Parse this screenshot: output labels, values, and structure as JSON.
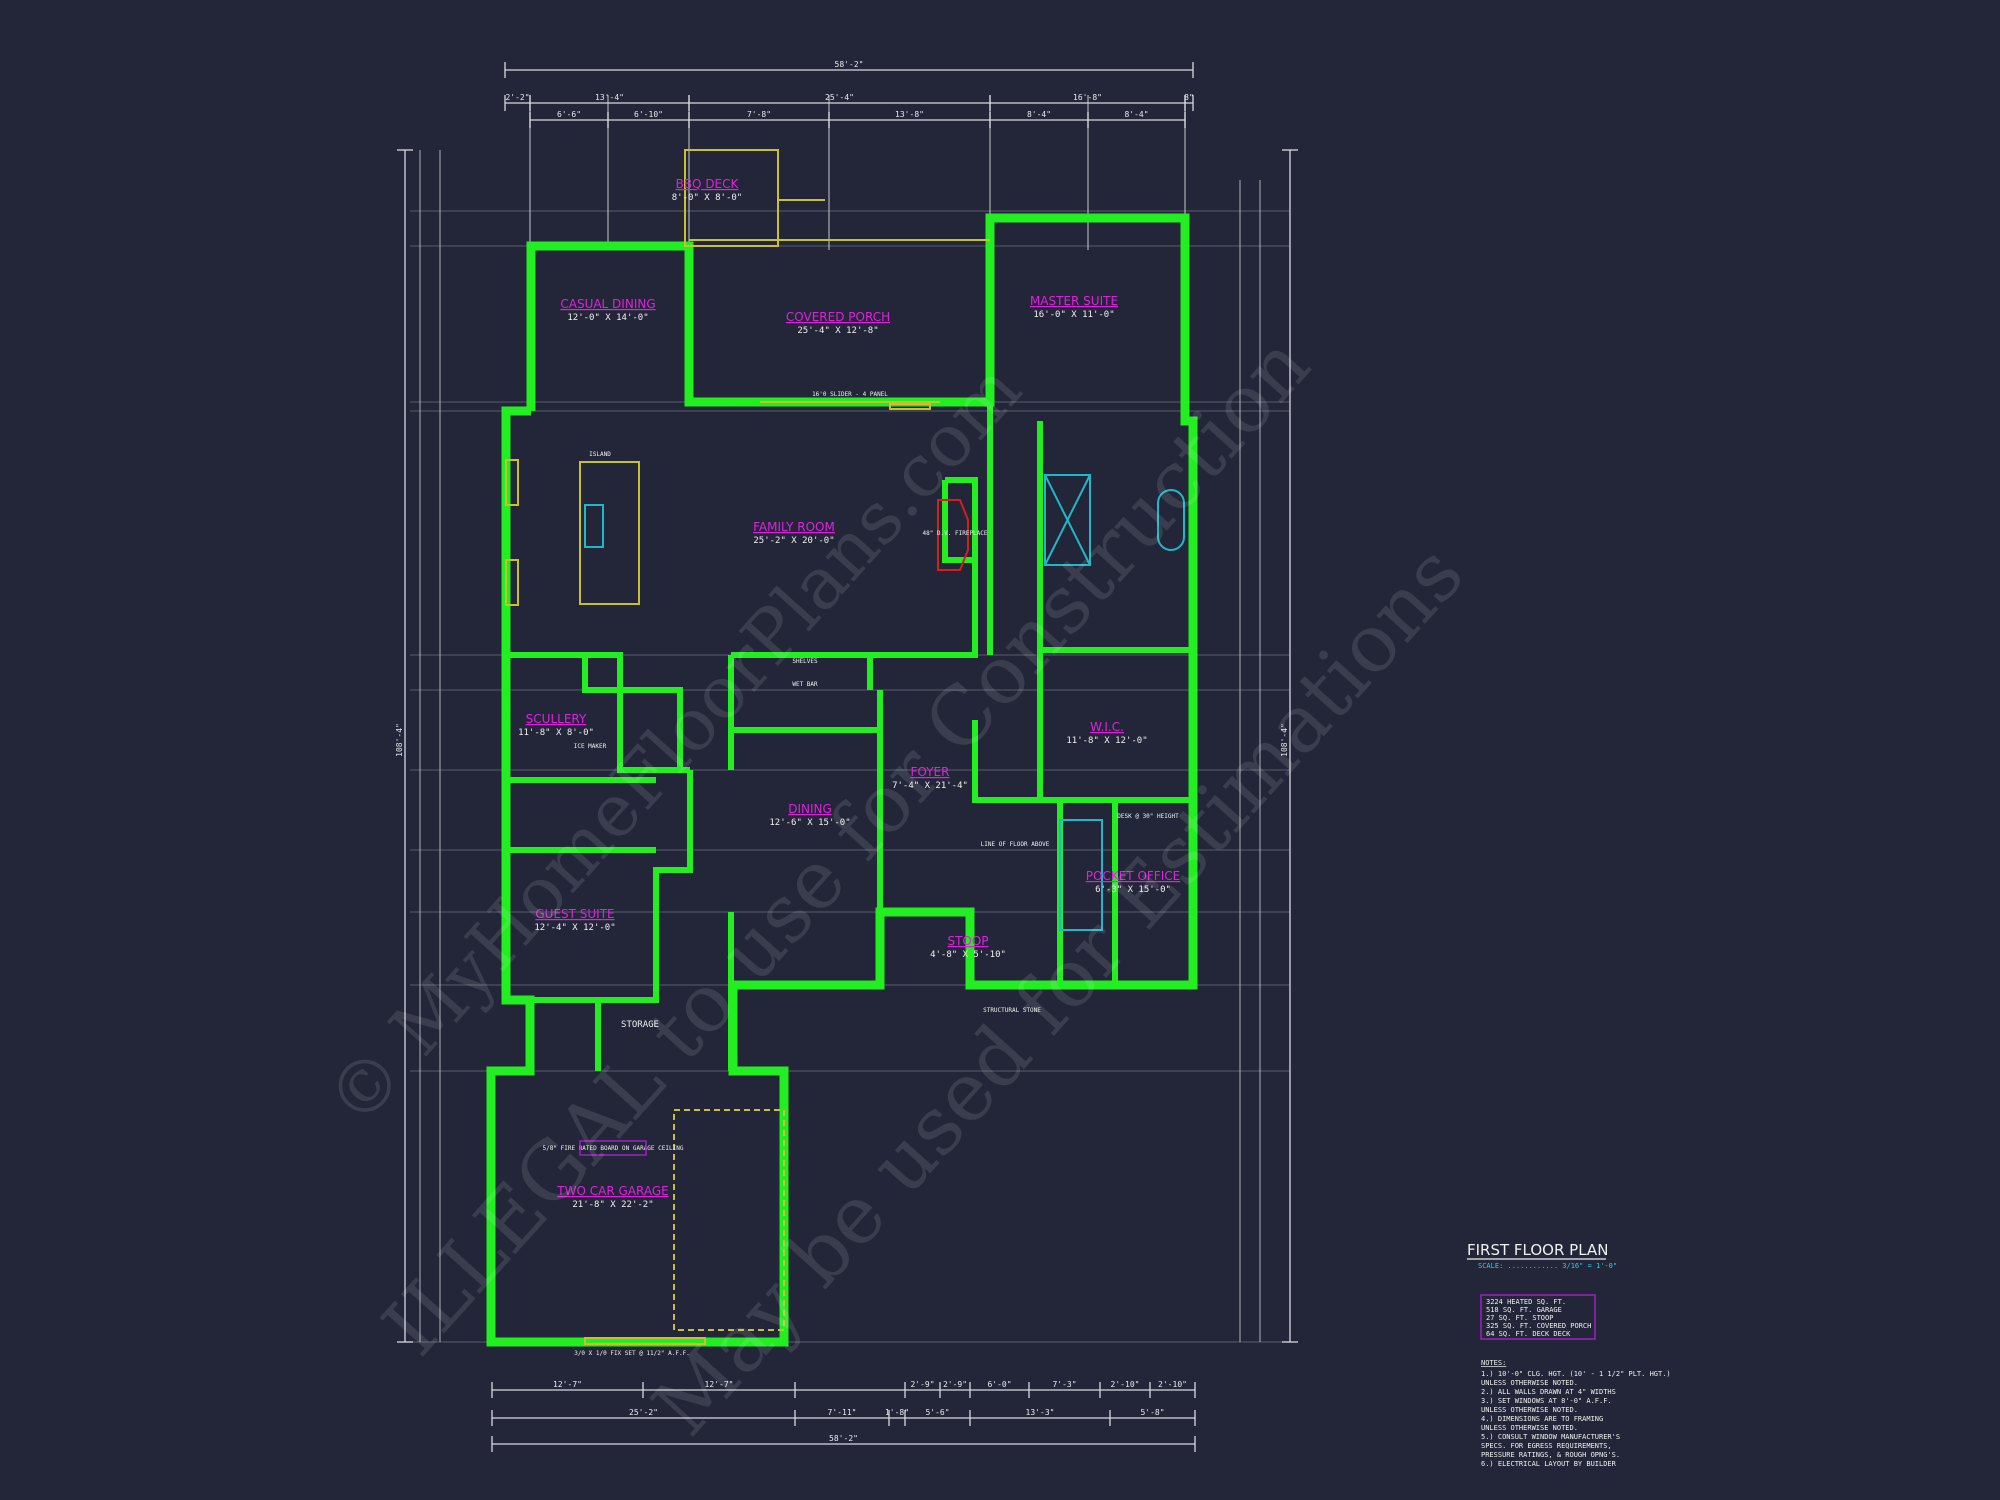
{
  "drawing": {
    "title": "FIRST FLOOR PLAN",
    "scale_label": "SCALE: ............ 3/16\" = 1'-0\"",
    "colors": {
      "background": "#222638",
      "walls": "#22ee22",
      "room_labels": "#e020e0",
      "dimensions": "#e8e8ee",
      "fixtures": "#c8c030",
      "plumbing": "#20b8c8",
      "fireplace": "#d02020"
    },
    "areas": [
      "3224 HEATED SQ. FT.",
      "518 SQ. FT. GARAGE",
      "27 SQ. FT. STOOP",
      "325 SQ. FT. COVERED PORCH",
      "64 SQ. FT. DECK DECK"
    ],
    "notes_title": "NOTES:",
    "notes": [
      "1.) 10'-0\" CLG. HGT. (10' - 1 1/2\" PLT. HGT.)",
      "     UNLESS OTHERWISE NOTED.",
      "2.) ALL WALLS DRAWN AT 4\" WIDTHS",
      "3.) SET WINDOWS AT 8'-0\" A.F.F.",
      "     UNLESS OTHERWISE NOTED.",
      "4.) DIMENSIONS ARE TO FRAMING",
      "     UNLESS OTHERWISE NOTED.",
      "5.) CONSULT WINDOW MANUFACTURER'S",
      "     SPECS. FOR EGRESS REQUIREMENTS,",
      "     PRESSURE RATINGS, & ROUGH OPNG'S.",
      "6.) ELECTRICAL LAYOUT BY BUILDER"
    ],
    "rooms": [
      {
        "name": "BBQ DECK",
        "size": "8'-0\" X 8'-0\""
      },
      {
        "name": "CASUAL DINING",
        "size": "12'-0\" X 14'-0\""
      },
      {
        "name": "COVERED PORCH",
        "size": "25'-4\" X 12'-8\""
      },
      {
        "name": "MASTER SUITE",
        "size": "16'-0\" X 11'-0\""
      },
      {
        "name": "FAMILY ROOM",
        "size": "25'-2\" X 20'-0\""
      },
      {
        "name": "SCULLERY",
        "size": "11'-8\" X 8'-0\""
      },
      {
        "name": "W.I.C.",
        "size": "11'-8\" X 12'-0\""
      },
      {
        "name": "FOYER",
        "size": "7'-4\" X 21'-4\""
      },
      {
        "name": "DINING",
        "size": "12'-6\" X 15'-0\""
      },
      {
        "name": "POCKET OFFICE",
        "size": "6'-3\" X 15'-0\""
      },
      {
        "name": "GUEST SUITE",
        "size": "12'-4\" X 12'-0\""
      },
      {
        "name": "STOOP",
        "size": "4'-8\" X 5'-10\""
      },
      {
        "name": "STORAGE",
        "size": ""
      },
      {
        "name": "TWO CAR GARAGE",
        "size": "21'-8\" X 22'-2\""
      }
    ],
    "annotations": {
      "fireplace": "48\" D.V. FIREPLACE",
      "slider": "16'0 SLIDER - 4 PANEL",
      "garage_ceiling": "5/8\" FIRE RATED BOARD ON GARAGE CEILING",
      "floor_above": "LINE OF FLOOR ABOVE",
      "stone": "STRUCTURAL STONE",
      "shelves": "SHELVES",
      "wet_bar": "WET BAR",
      "island": "ISLAND",
      "ice_maker": "ICE MAKER",
      "desk": "DESK @ 30\" HEIGHT",
      "garage_window": "3/0 X 1/0 FIX SET @ 11/2\" A.F.F."
    },
    "dimensions": {
      "top_overall": "58'-2\"",
      "top_row2": [
        "2'-2\"",
        "13'-4\"",
        "25'-4\"",
        "16'-8\"",
        "8\""
      ],
      "top_row3": [
        "6'-6\"",
        "6'-10\"",
        "7'-8\"",
        "13'-8\"",
        "8'-4\"",
        "8'-4\""
      ],
      "bottom_row1": [
        "12'-7\"",
        "12'-7\"",
        "2'-9\"",
        "2'-9\"",
        "6'-0\"",
        "7'-3\"",
        "2'-10\"",
        "2'-10\""
      ],
      "bottom_row2": [
        "25'-2\"",
        "7'-11\"",
        "1'-8\"",
        "5'-6\"",
        "13'-3\"",
        "5'-8\""
      ],
      "bottom_overall": "58'-2\"",
      "left_overall": "108'-4\"",
      "right_overall": "108'-4\""
    },
    "watermark": [
      "© MyHomeFloorPlans.com",
      "ILLEGAL to use for Construction",
      "May be used for Estimations"
    ]
  }
}
